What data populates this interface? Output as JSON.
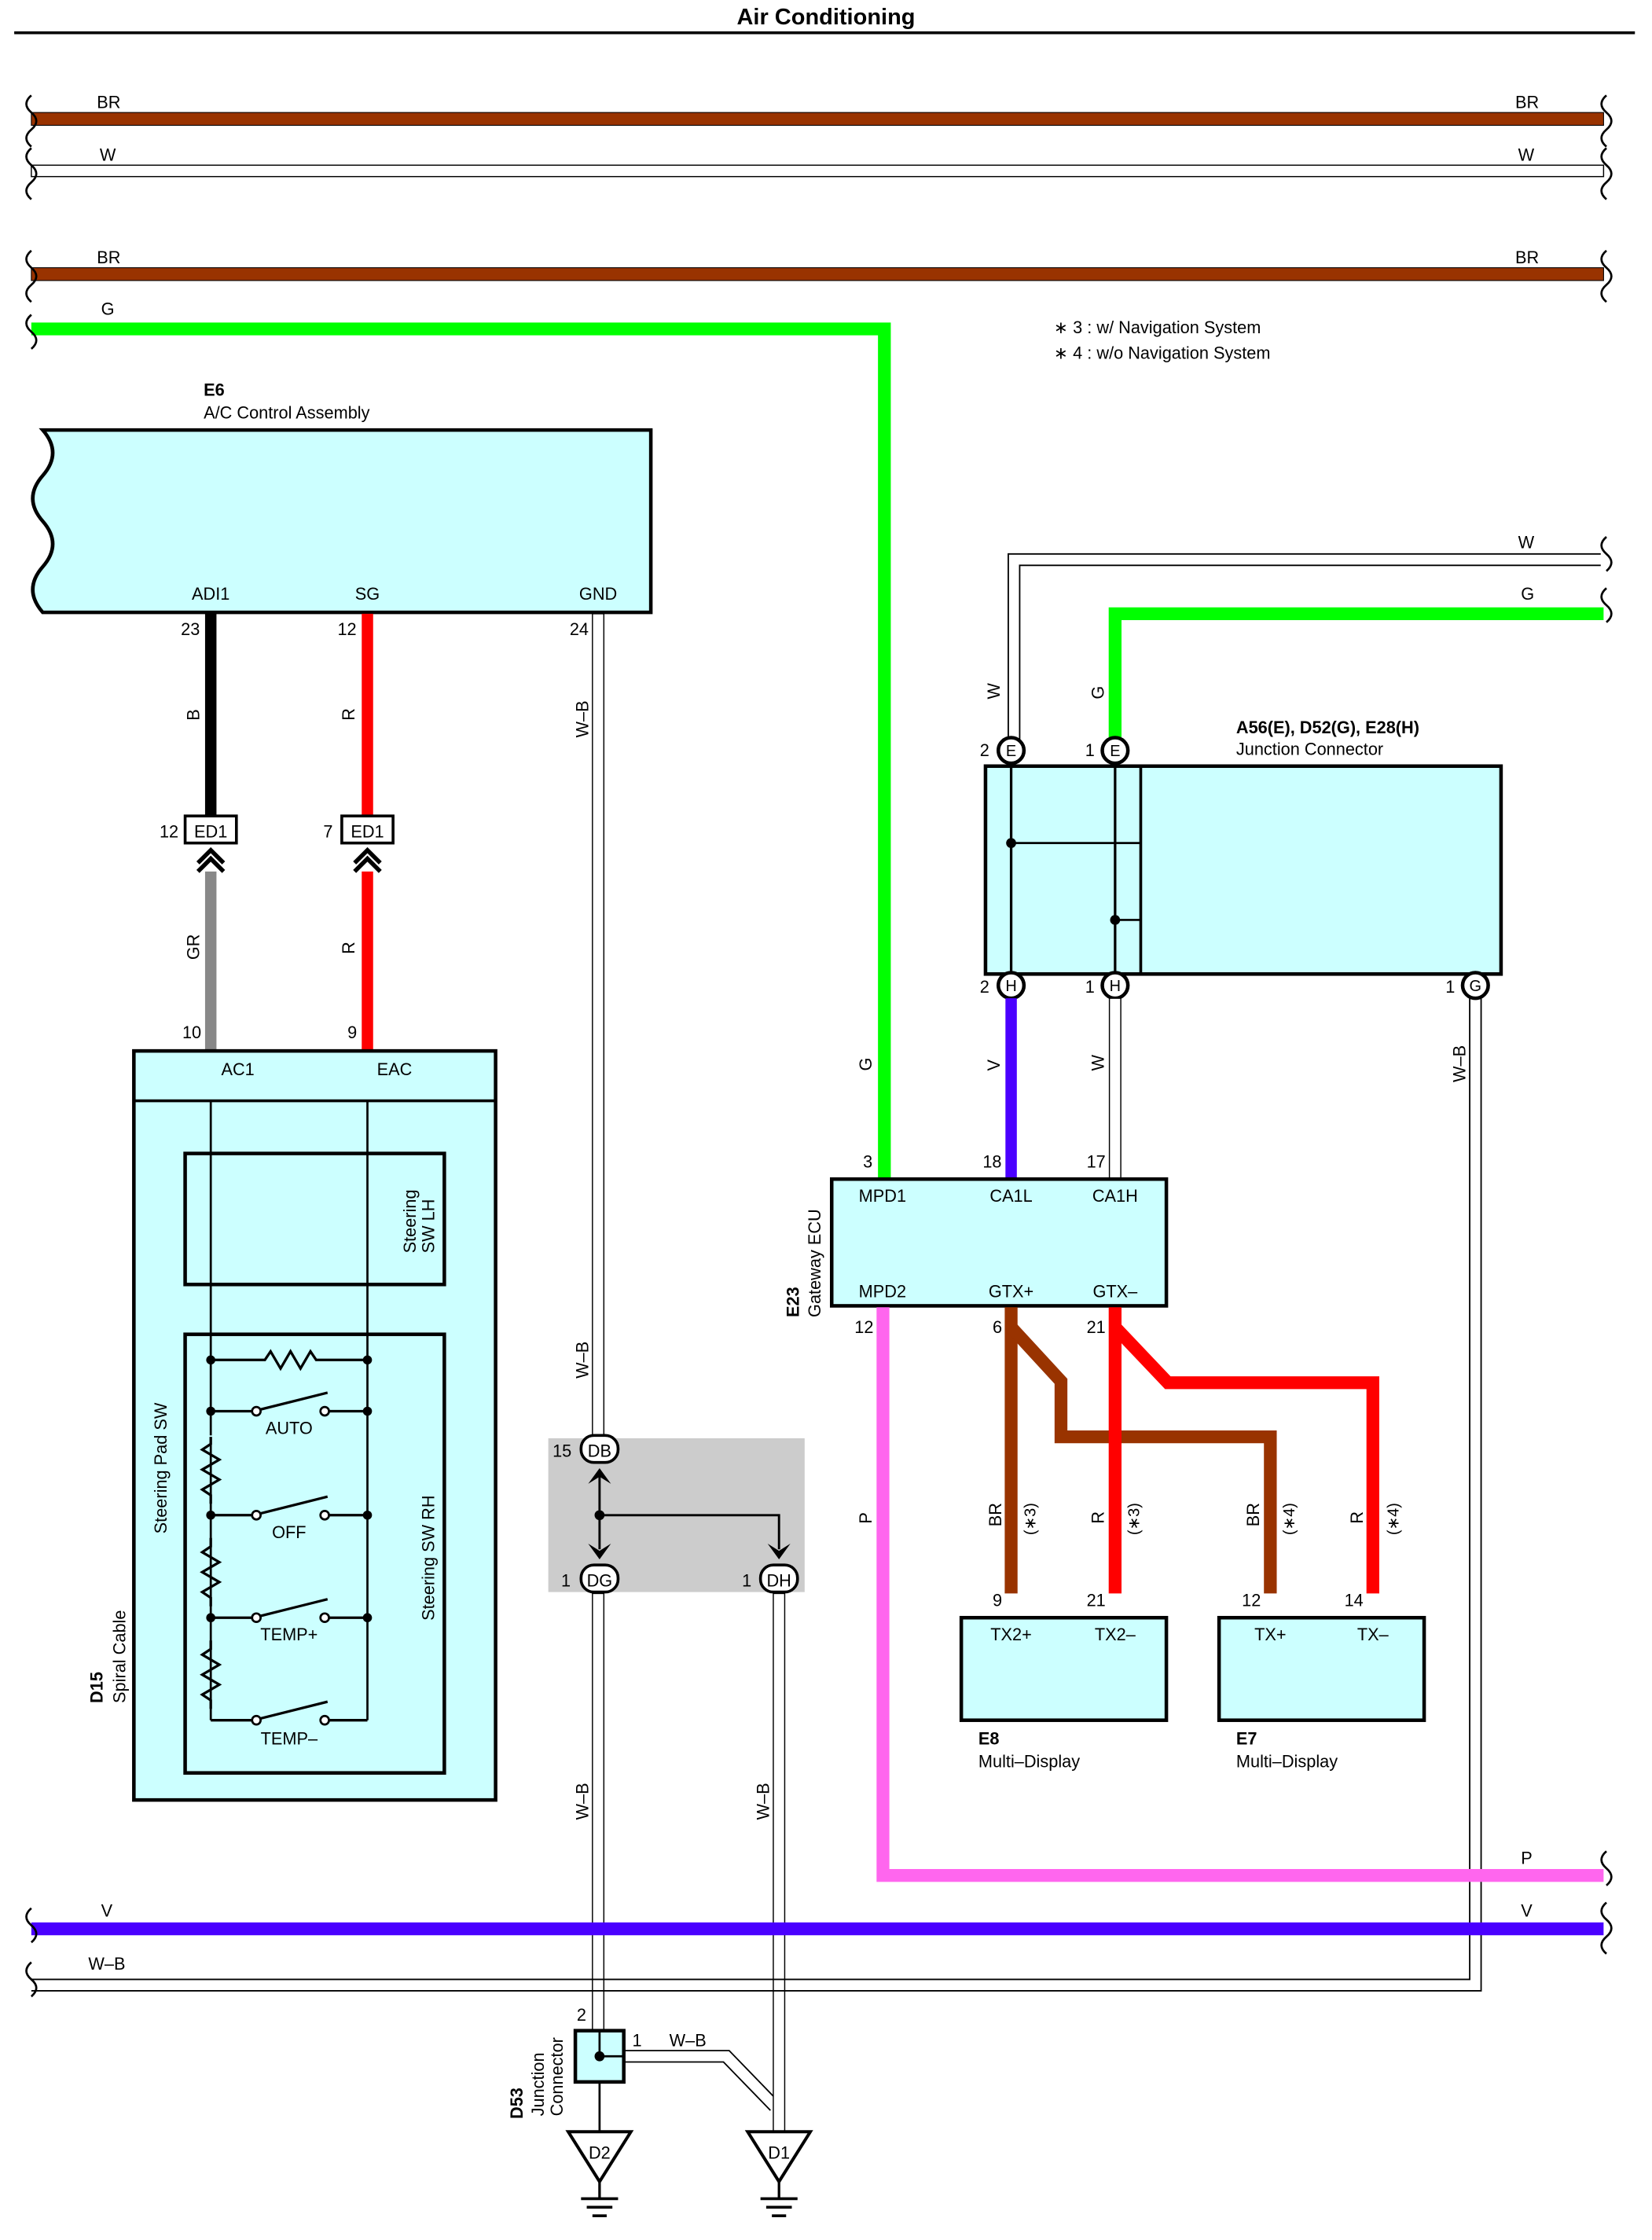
{
  "title": "Air Conditioning",
  "notes": {
    "note3": "∗ 3 : w/ Navigation System",
    "note4": "∗ 4 : w/o Navigation System"
  },
  "colors": {
    "BR": "#993300",
    "W": "#ffffff",
    "G": "#00ff00",
    "B": "#000000",
    "R": "#ff0000",
    "GR": "#888888",
    "V": "#4a00ff",
    "P": "#ff66ee",
    "W-B": "#ffffff",
    "component_fill": "#ccffff",
    "junction_shade": "#cccccc"
  },
  "buses": {
    "br1": {
      "left": "BR",
      "right": "BR"
    },
    "w1": {
      "left": "W",
      "right": "W"
    },
    "br2": {
      "left": "BR",
      "right": "BR"
    },
    "g": {
      "left": "G"
    },
    "w_right": "W",
    "g_right": "G",
    "p_right": "P",
    "v": {
      "left": "V",
      "right": "V"
    },
    "wb_left": "W–B"
  },
  "components": {
    "e6": {
      "code": "E6",
      "name": "A/C Control Assembly",
      "terminals": {
        "adi1": "ADI1",
        "sg": "SG",
        "gnd": "GND"
      },
      "pins": {
        "adi1": "23",
        "sg": "12",
        "gnd": "24"
      }
    },
    "ed1": {
      "label": "ED1",
      "left_pin": "12",
      "right_pin": "7"
    },
    "d15": {
      "code": "D15",
      "name": "Spiral Cable",
      "terminals": {
        "ac1": "AC1",
        "eac": "EAC"
      },
      "pins": {
        "ac1": "10",
        "eac": "9"
      },
      "steering_pad_sw": "Steering Pad SW",
      "steering_sw_lh": [
        "Steering",
        "SW LH"
      ],
      "steering_sw_rh": "Steering SW RH",
      "switches": [
        "AUTO",
        "OFF",
        "TEMP+",
        "TEMP–"
      ]
    },
    "junction_a56": {
      "code": "A56(E), D52(G), E28(H)",
      "name": "Junction Connector",
      "top_pins": [
        {
          "num": "2",
          "letter": "E"
        },
        {
          "num": "1",
          "letter": "E"
        }
      ],
      "bottom_pins": [
        {
          "num": "2",
          "letter": "H"
        },
        {
          "num": "1",
          "letter": "H"
        },
        {
          "num": "1",
          "letter": "G"
        }
      ]
    },
    "e23": {
      "code": "E23",
      "name": "Gateway ECU",
      "top_terminals": [
        "MPD1",
        "CA1L",
        "CA1H"
      ],
      "top_pins": [
        "3",
        "18",
        "17"
      ],
      "bottom_terminals": [
        "MPD2",
        "GTX+",
        "GTX–"
      ],
      "bottom_pins": [
        "12",
        "6",
        "21"
      ]
    },
    "e8": {
      "code": "E8",
      "name": "Multi–Display",
      "terminals": [
        "TX2+",
        "TX2–"
      ],
      "pins": [
        "9",
        "21"
      ]
    },
    "e7": {
      "code": "E7",
      "name": "Multi–Display",
      "terminals": [
        "TX+",
        "TX–"
      ],
      "pins": [
        "12",
        "14"
      ]
    },
    "junction_db": {
      "db": {
        "num": "15",
        "label": "DB"
      },
      "dg": {
        "num": "1",
        "label": "DG"
      },
      "dh": {
        "num": "1",
        "label": "DH"
      }
    },
    "d53": {
      "code": "D53",
      "name": [
        "Junction",
        "Connector"
      ],
      "pin_top": "2",
      "pin_right": "1",
      "wire": "W–B"
    },
    "grounds": {
      "d2": "D2",
      "d1": "D1"
    }
  },
  "wire_labels": {
    "e6_adi1": "B",
    "e6_sg": "R",
    "e6_gnd": "W–B",
    "d15_ac1": "GR",
    "d15_eac": "R",
    "db_in": "W–B",
    "dg_out": "W–B",
    "dh_out": "W–B",
    "jc_w": "W",
    "jc_g": "G",
    "ecu_mpd1": "G",
    "ecu_ca1l": "V",
    "ecu_ca1h": "W",
    "jc_g_out": "W–B",
    "ecu_mpd2": "P",
    "e8_br": "BR",
    "e8_br_note": "(∗3)",
    "e8_r": "R",
    "e8_r_note": "(∗3)",
    "e7_br": "BR",
    "e7_br_note": "(∗4)",
    "e7_r": "R",
    "e7_r_note": "(∗4)"
  }
}
